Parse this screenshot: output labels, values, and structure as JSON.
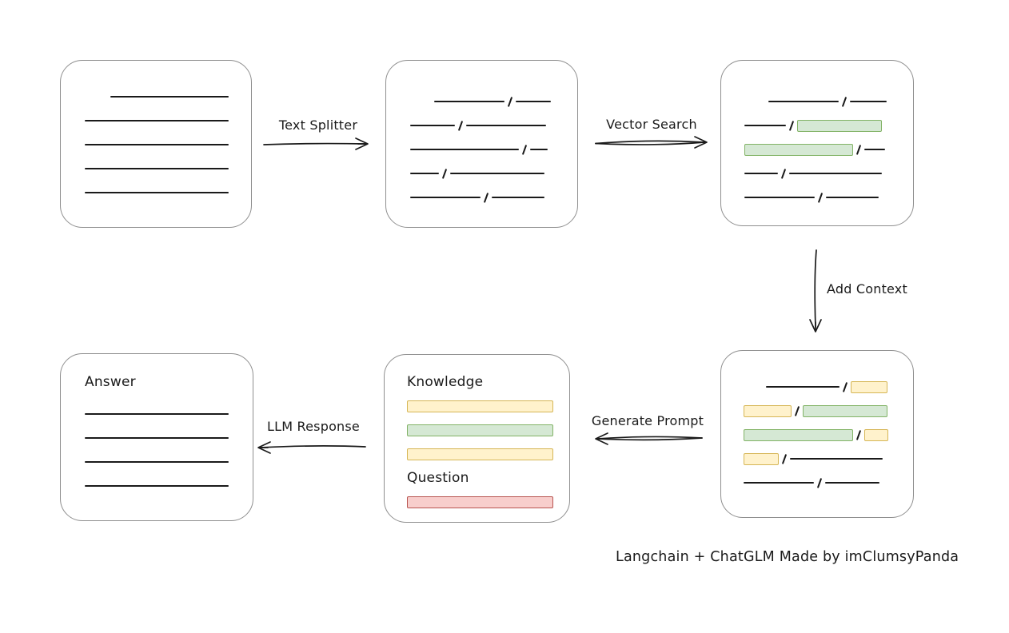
{
  "caption": "Langchain + ChatGLM Made by imClumsyPanda",
  "arrows": {
    "text_splitter": {
      "label": "Text Splitter",
      "direction": "right"
    },
    "vector_search": {
      "label": "Vector Search",
      "direction": "right"
    },
    "add_context": {
      "label": "Add Context",
      "direction": "down"
    },
    "generate_prompt": {
      "label": "Generate Prompt",
      "direction": "left"
    },
    "llm_response": {
      "label": "LLM Response",
      "direction": "left"
    }
  },
  "boxes": {
    "document": {
      "rows": [
        [
          {
            "t": "indent",
            "w": 32
          },
          {
            "t": "line",
            "w": 148
          }
        ],
        [
          {
            "t": "line",
            "w": 180
          }
        ],
        [
          {
            "t": "line",
            "w": 180
          }
        ],
        [
          {
            "t": "line",
            "w": 180
          }
        ],
        [
          {
            "t": "line",
            "w": 180
          }
        ]
      ]
    },
    "chunks": {
      "rows": [
        [
          {
            "t": "indent",
            "w": 30
          },
          {
            "t": "line",
            "w": 88
          },
          {
            "t": "slash"
          },
          {
            "t": "line",
            "w": 44
          }
        ],
        [
          {
            "t": "line",
            "w": 56
          },
          {
            "t": "slash"
          },
          {
            "t": "line",
            "w": 100
          }
        ],
        [
          {
            "t": "line",
            "w": 136
          },
          {
            "t": "slash"
          },
          {
            "t": "line",
            "w": 22
          }
        ],
        [
          {
            "t": "line",
            "w": 36
          },
          {
            "t": "slash"
          },
          {
            "t": "line",
            "w": 118
          }
        ],
        [
          {
            "t": "line",
            "w": 88
          },
          {
            "t": "slash"
          },
          {
            "t": "line",
            "w": 66
          }
        ]
      ]
    },
    "retrieved": {
      "rows": [
        [
          {
            "t": "indent",
            "w": 30
          },
          {
            "t": "line",
            "w": 88
          },
          {
            "t": "slash"
          },
          {
            "t": "line",
            "w": 46
          }
        ],
        [
          {
            "t": "line",
            "w": 52
          },
          {
            "t": "slash"
          },
          {
            "t": "chunk-green",
            "w": 106
          }
        ],
        [
          {
            "t": "chunk-green",
            "w": 136
          },
          {
            "t": "slash"
          },
          {
            "t": "line",
            "w": 26
          }
        ],
        [
          {
            "t": "line",
            "w": 42
          },
          {
            "t": "slash"
          },
          {
            "t": "line",
            "w": 116
          }
        ],
        [
          {
            "t": "line",
            "w": 88
          },
          {
            "t": "slash"
          },
          {
            "t": "line",
            "w": 66
          }
        ]
      ]
    },
    "context": {
      "rows": [
        [
          {
            "t": "indent",
            "w": 28
          },
          {
            "t": "line",
            "w": 92
          },
          {
            "t": "slash"
          },
          {
            "t": "chunk-yellow",
            "w": 46
          }
        ],
        [
          {
            "t": "chunk-yellow",
            "w": 60
          },
          {
            "t": "slash"
          },
          {
            "t": "chunk-green",
            "w": 106
          }
        ],
        [
          {
            "t": "chunk-green",
            "w": 137
          },
          {
            "t": "slash"
          },
          {
            "t": "chunk-yellow",
            "w": 30
          }
        ],
        [
          {
            "t": "chunk-yellow",
            "w": 44
          },
          {
            "t": "slash"
          },
          {
            "t": "line",
            "w": 116
          }
        ],
        [
          {
            "t": "line",
            "w": 88
          },
          {
            "t": "slash"
          },
          {
            "t": "line",
            "w": 68
          }
        ]
      ]
    },
    "prompt": {
      "knowledge_label": "Knowledge",
      "question_label": "Question",
      "knowledge_bars": [
        [
          {
            "t": "bar-yellow",
            "w": 183
          }
        ],
        [
          {
            "t": "bar-green",
            "w": 183
          }
        ],
        [
          {
            "t": "bar-yellow",
            "w": 183
          }
        ]
      ],
      "question_bars": [
        [
          {
            "t": "bar-red",
            "w": 183
          }
        ]
      ]
    },
    "answer": {
      "label": "Answer",
      "rows": [
        [
          {
            "t": "line",
            "w": 180
          }
        ],
        [
          {
            "t": "line",
            "w": 180
          }
        ],
        [
          {
            "t": "line",
            "w": 180
          }
        ],
        [
          {
            "t": "line",
            "w": 180
          }
        ]
      ]
    }
  },
  "colors": {
    "green_fill": "#d5e8d4",
    "green_stroke": "#82b366",
    "yellow_fill": "#fff2cc",
    "yellow_stroke": "#d6b656",
    "red_fill": "#f8cecc",
    "red_stroke": "#b85450",
    "ink": "#1a1a1a",
    "box_border": "#8f8f8f"
  }
}
